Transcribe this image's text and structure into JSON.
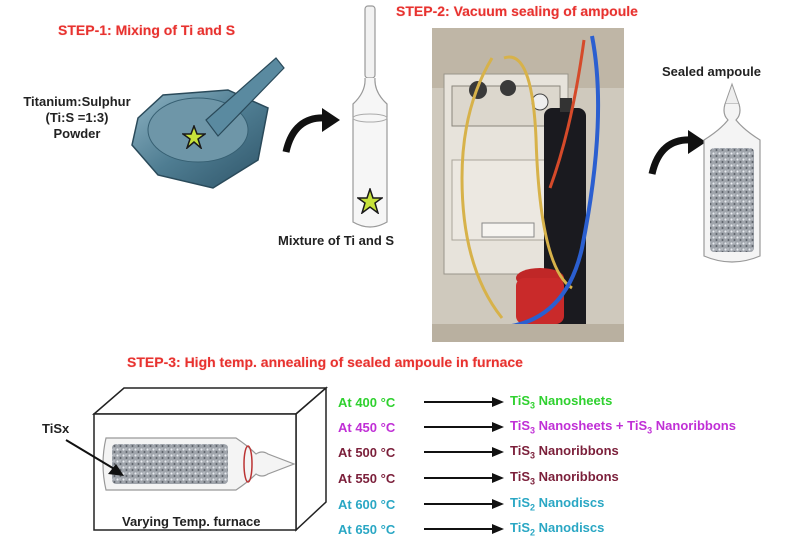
{
  "step1": {
    "title": "STEP-1: Mixing of Ti and S",
    "powder_line1": "Titanium:Sulphur",
    "powder_line2": "(Ti:S =1:3)",
    "powder_line3": "Powder",
    "mixture_label": "Mixture of Ti and S"
  },
  "step2": {
    "title": "STEP-2: Vacuum sealing of ampoule",
    "sealed_label": "Sealed ampoule"
  },
  "step3": {
    "title": "STEP-3: High temp. annealing of sealed ampoule in furnace",
    "tisx_label": "TiSx",
    "furnace_label": "Varying Temp. furnace",
    "rows": [
      {
        "temp": "At 400 °C",
        "color": "#2fd12f",
        "prefix": "TiS",
        "sub": "3",
        "suffix": " Nanosheets",
        "prefix2": "",
        "sub2": "",
        "suffix2": ""
      },
      {
        "temp": "At 450 °C",
        "color": "#c02fd6",
        "prefix": "TiS",
        "sub": "3",
        "suffix": " Nanosheets + ",
        "prefix2": "TiS",
        "sub2": "3",
        "suffix2": " Nanoribbons"
      },
      {
        "temp": "At 500 °C",
        "color": "#7b1f3a",
        "prefix": "TiS",
        "sub": "3",
        "suffix": "  Nanoribbons",
        "prefix2": "",
        "sub2": "",
        "suffix2": ""
      },
      {
        "temp": "At 550 °C",
        "color": "#7b1f3a",
        "prefix": "TiS",
        "sub": "3",
        "suffix": "  Nanoribbons",
        "prefix2": "",
        "sub2": "",
        "suffix2": ""
      },
      {
        "temp": "At 600 °C",
        "color": "#2aa7c4",
        "prefix": "TiS",
        "sub": "2",
        "suffix": "  Nanodiscs",
        "prefix2": "",
        "sub2": "",
        "suffix2": ""
      },
      {
        "temp": "At 650 °C",
        "color": "#2aa7c4",
        "prefix": "TiS",
        "sub": "2",
        "suffix": "  Nanodiscs",
        "prefix2": "",
        "sub2": "",
        "suffix2": ""
      }
    ]
  }
}
